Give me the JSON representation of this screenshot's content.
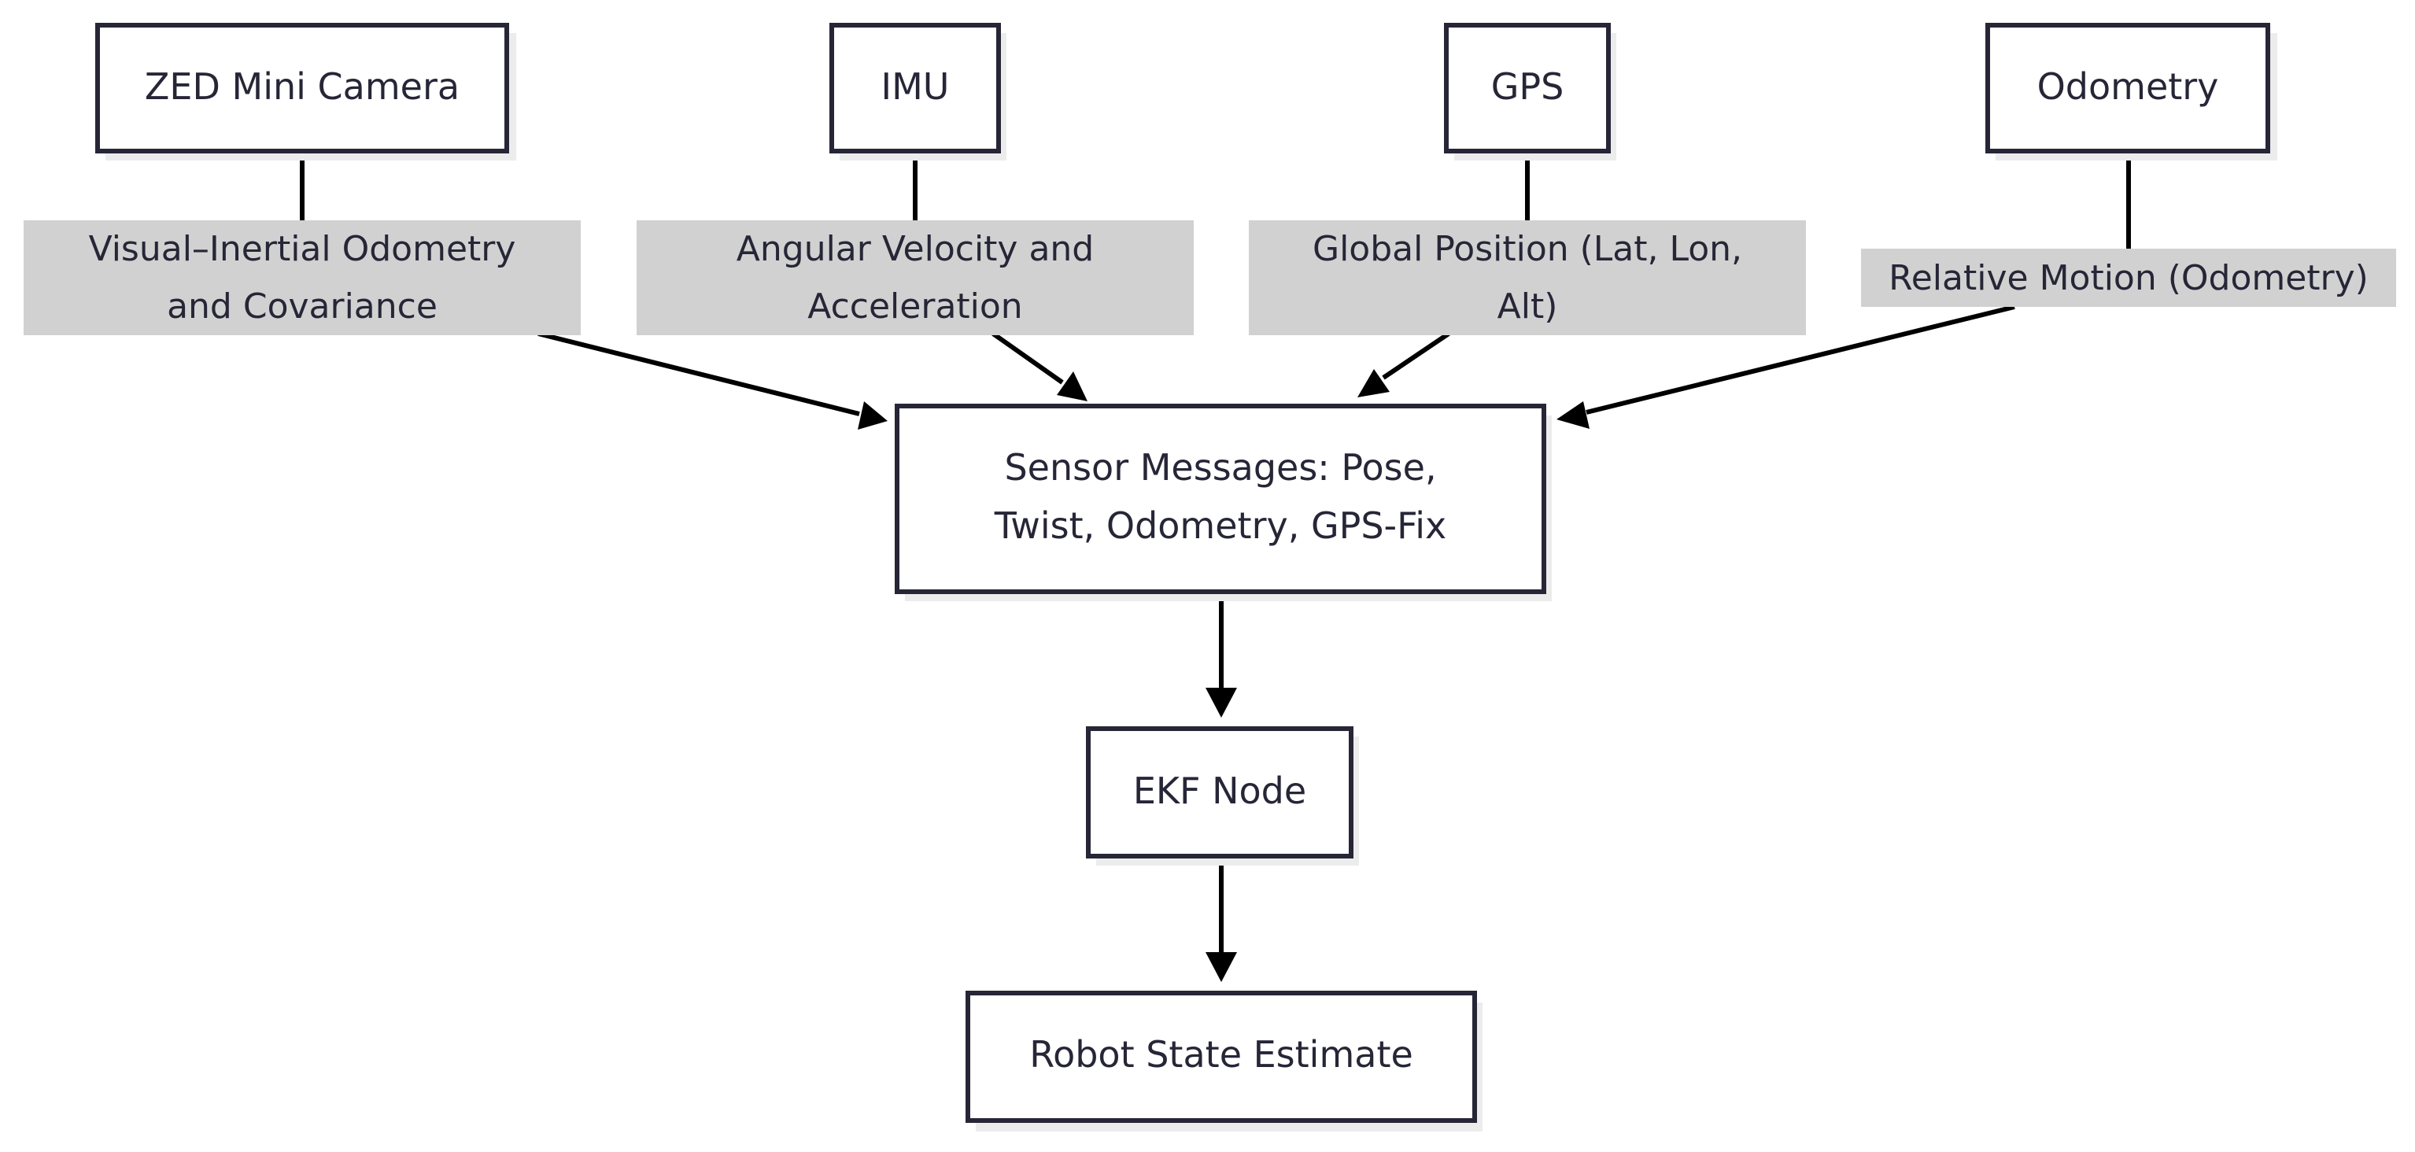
{
  "nodes": {
    "zed_camera": "ZED Mini Camera",
    "imu": "IMU",
    "gps": "GPS",
    "odometry": "Odometry",
    "sensor_messages": [
      "Sensor Messages: Pose,",
      "Twist, Odometry, GPS-Fix"
    ],
    "ekf_node": "EKF Node",
    "robot_state": "Robot State Estimate"
  },
  "edge_labels": {
    "zed": [
      "Visual–Inertial Odometry",
      "and Covariance"
    ],
    "imu": [
      "Angular Velocity and",
      "Acceleration"
    ],
    "gps": [
      "Global Position (Lat, Lon,",
      "Alt)"
    ],
    "odometry": [
      "Relative Motion (Odometry)"
    ]
  },
  "colors": {
    "node_border": "#262637",
    "label_background": "#d1d1d1",
    "edge": "#000000",
    "text": "#262637"
  }
}
